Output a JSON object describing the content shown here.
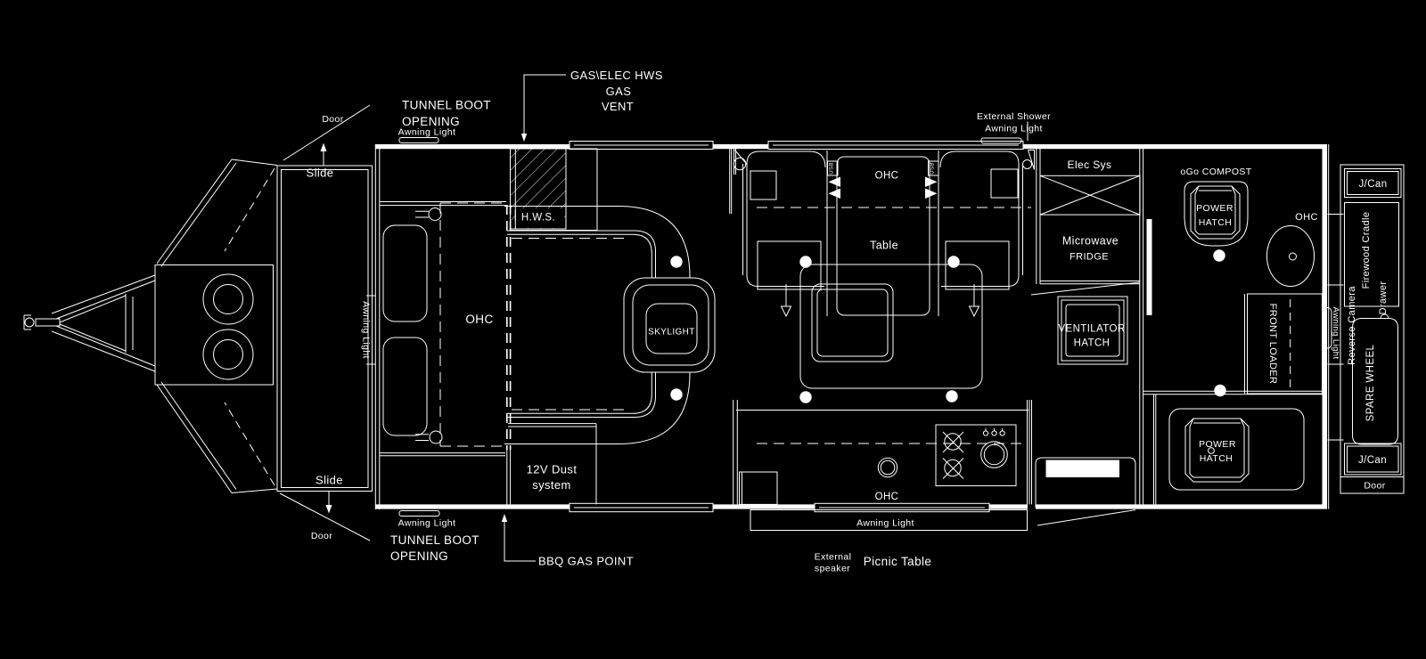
{
  "drawing": {
    "type": "caravan floor plan (CAD)",
    "background_color": "#000000",
    "line_color": "#ffffff"
  },
  "front": {
    "door_top": "Door",
    "door_bottom": "Door",
    "slide_top": "Slide",
    "slide_bottom": "Slide",
    "awning_light_side": "Awning Light"
  },
  "bedroom": {
    "tunnel_boot_top_line1": "TUNNEL BOOT",
    "tunnel_boot_top_line2": "OPENING",
    "awning_light_top": "Awning Light",
    "gas_elec_line1": "GAS\\ELEC HWS",
    "gas_elec_line2": "GAS",
    "gas_elec_line3": "VENT",
    "hws": "H.W.S.",
    "ohc": "OHC",
    "skylight": "SKYLIGHT",
    "tunnel_boot_bottom_line1": "TUNNEL BOOT",
    "tunnel_boot_bottom_line2": "OPENING",
    "awning_light_bottom": "Awning Light",
    "dust_line1": "12V Dust",
    "dust_line2": "system",
    "bbq_gas_point": "BBQ GAS POINT"
  },
  "dinette": {
    "external_shower": "External Shower",
    "awning_light": "Awning Light",
    "usb_left": "USB",
    "usb_right": "USB",
    "ohc": "OHC",
    "table": "Table"
  },
  "kitchen": {
    "ohc": "OHC",
    "awning_light": "Awning Light",
    "external_speaker_line1": "External",
    "external_speaker_line2": "speaker",
    "picnic_table": "Picnic Table"
  },
  "rear_cabinets": {
    "elec_sys": "Elec Sys",
    "microwave": "Microwave",
    "fridge": "FRIDGE",
    "ventilator_line1": "VENTILATOR",
    "ventilator_line2": "HATCH"
  },
  "bathroom": {
    "ogo_compost": "oGo COMPOST",
    "power_hatch_line1": "POWER",
    "power_hatch_line2": "HATCH",
    "ohc": "OHC",
    "front_loader": "FRONT LOADER"
  },
  "garage": {
    "power_hatch_line1": "POWER",
    "power_hatch_line2": "HATCH"
  },
  "rear_rack": {
    "jcan_top": "J/Can",
    "firewood_cradle": "Firewood Cradle",
    "drawer": "Drawer",
    "spare_wheel": "SPARE WHEEL",
    "reverse_camera": "Reverse Camera",
    "awning_light": "Awning Light",
    "jcan_bottom": "J/Can",
    "door": "Door"
  }
}
